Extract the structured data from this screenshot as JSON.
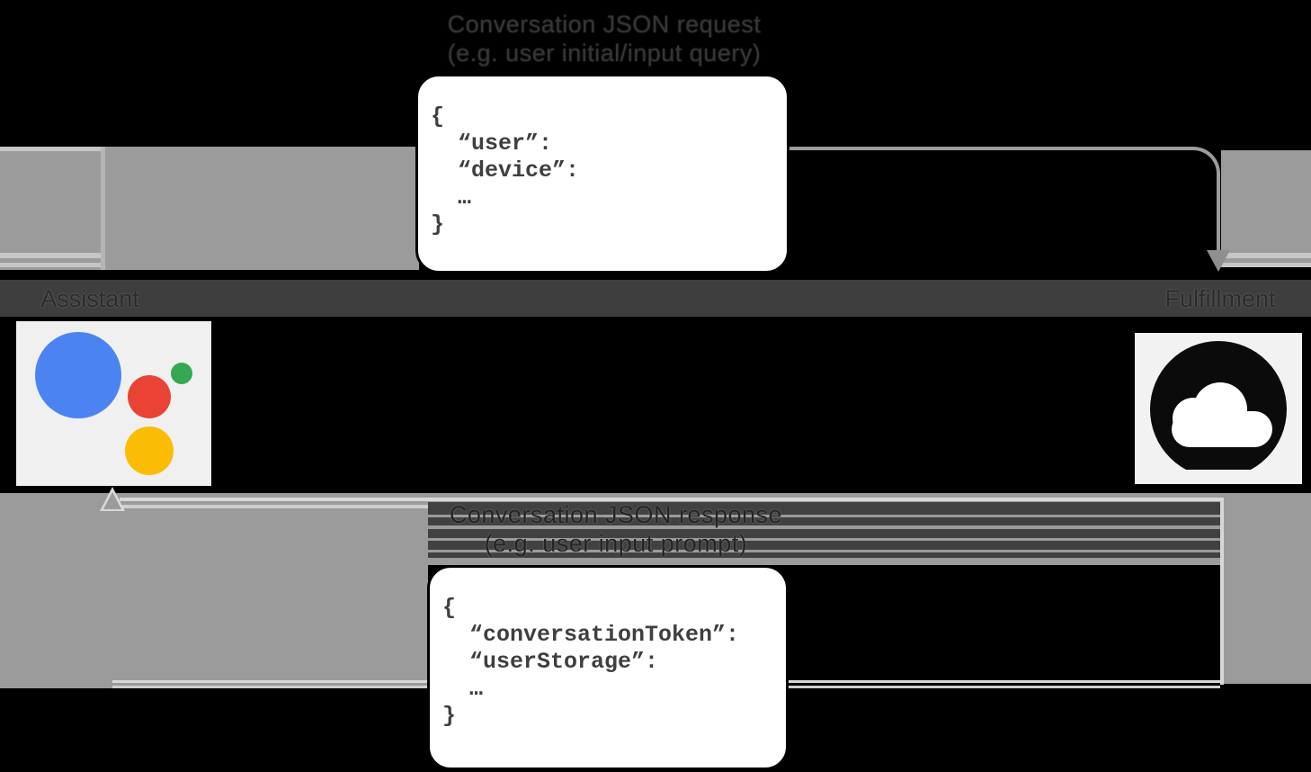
{
  "request": {
    "title": "Conversation JSON request",
    "subtitle": "(e.g. user initial/input query)",
    "json_snippet": "{\n  “user”:\n  “device”:\n  …\n}"
  },
  "response": {
    "title": "Conversation JSON response",
    "subtitle": "(e.g. user input prompt)",
    "json_snippet": "{\n  “conversationToken”:\n  “userStorage”:\n  …\n}"
  },
  "entities": {
    "left_label": "Assistant",
    "right_label": "Fulfillment"
  },
  "icons": {
    "assistant_logo": "google-assistant-logo",
    "fulfillment_logo": "cloud-icon"
  },
  "colors": {
    "background": "#000000",
    "arrow_gray": "#9b9b9b",
    "arrow_light_line": "#d8d8d8",
    "dark_band": "#3e3e3e",
    "card_background": "#ffffff",
    "card_border": "#000000",
    "code_text": "#3f3f3f",
    "assistant_blue": "#4b83f2",
    "assistant_red": "#ea4335",
    "assistant_green": "#34a853",
    "assistant_yellow": "#fbbc05",
    "cloud_black": "#0b0b0b"
  }
}
